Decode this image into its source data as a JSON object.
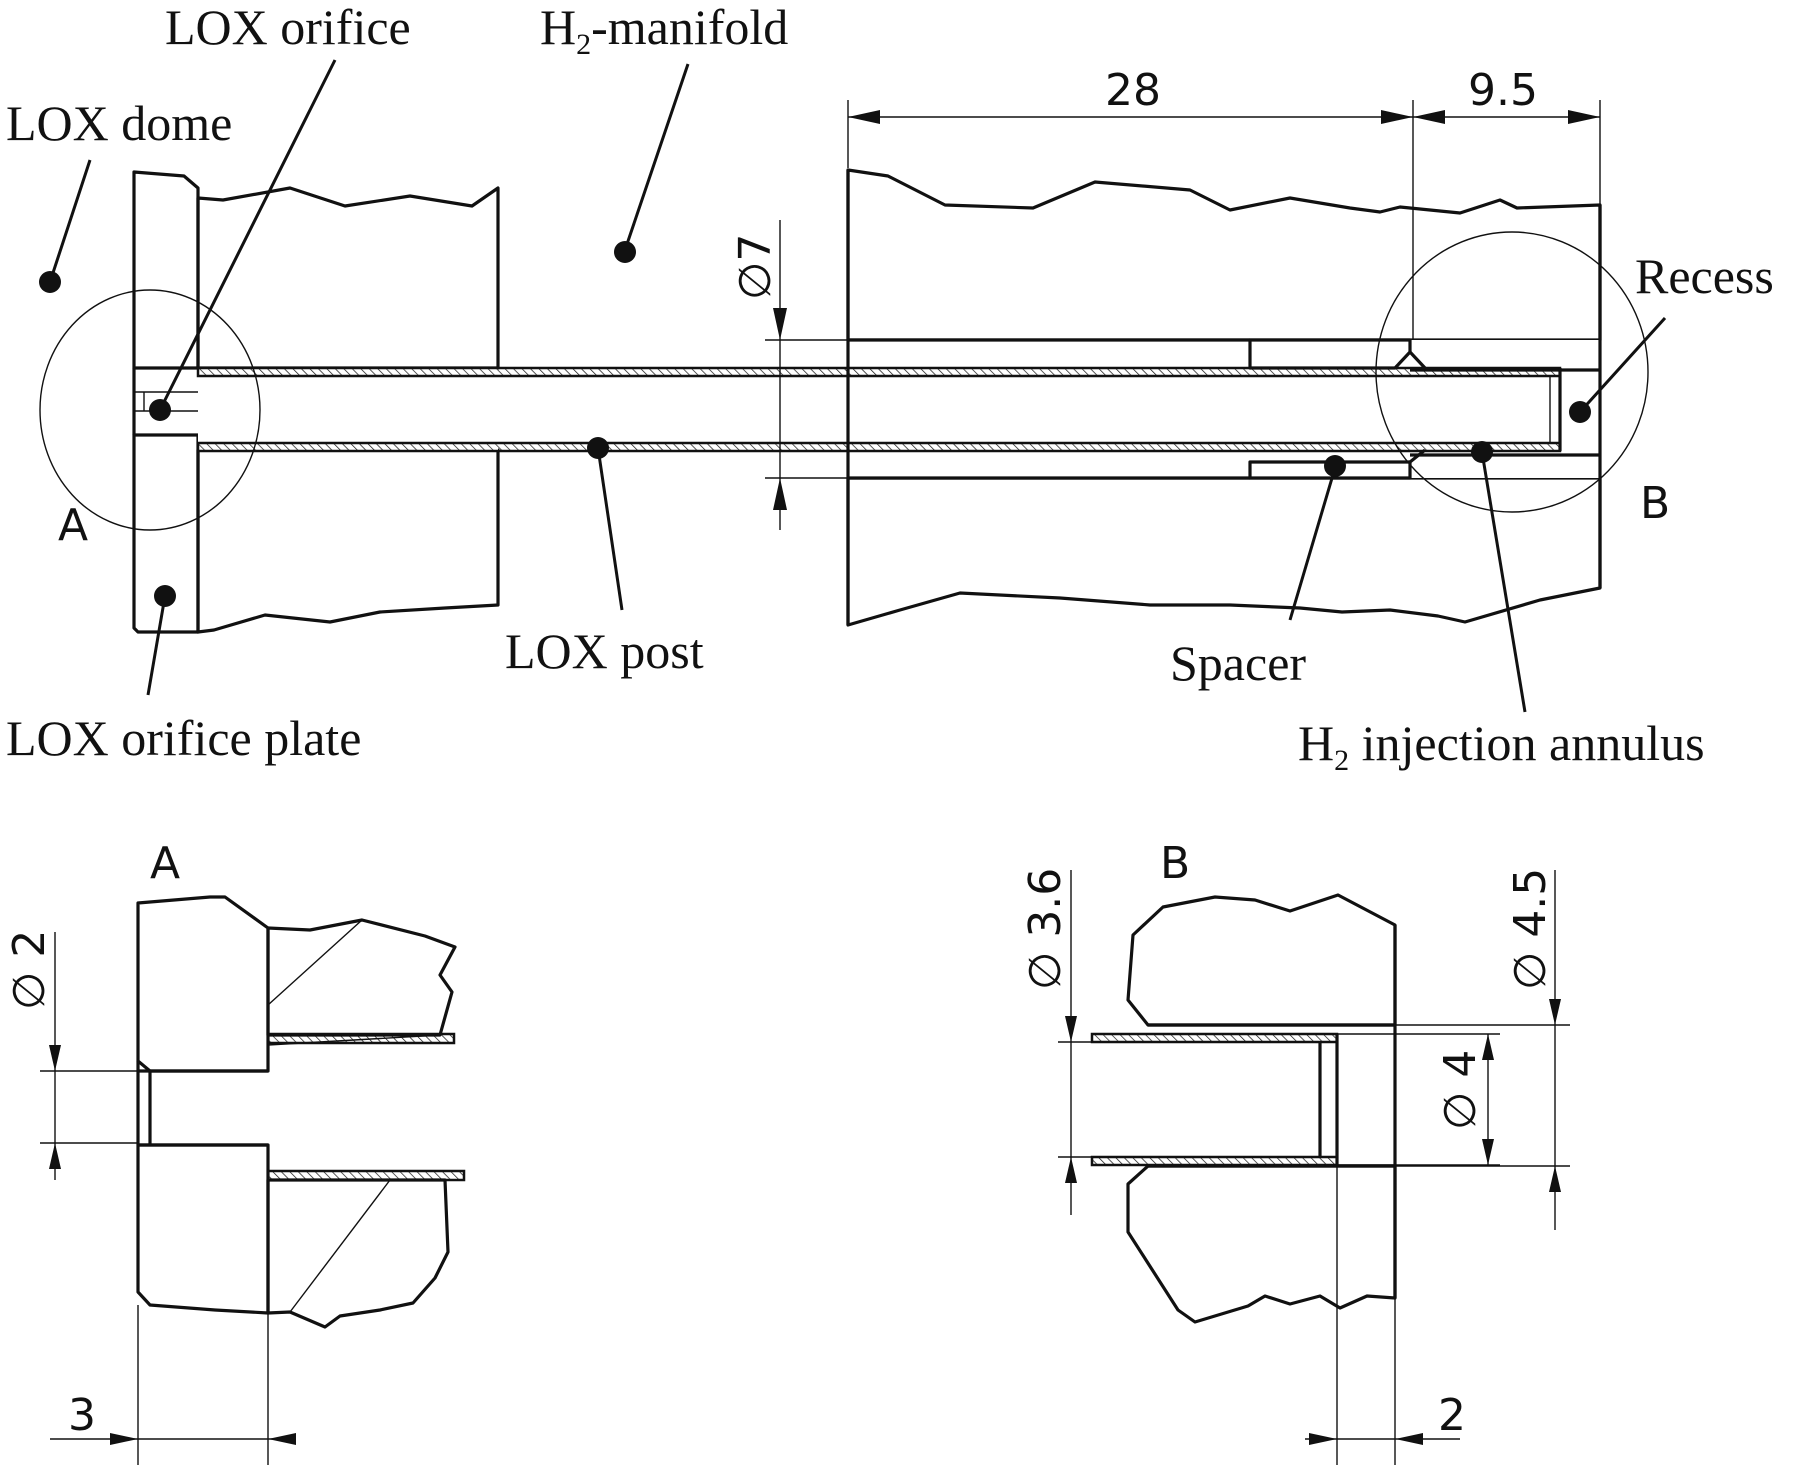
{
  "labels": {
    "lox_orifice": "LOX orifice",
    "h2_manifold_main": "H",
    "h2_manifold_sub": "2",
    "h2_manifold_rest": "-manifold",
    "lox_dome": "LOX dome",
    "recess": "Recess",
    "lox_post": "LOX post",
    "spacer": "Spacer",
    "lox_orifice_plate": "LOX orifice plate",
    "h2_injection_main": "H",
    "h2_injection_sub": "2",
    "h2_injection_rest": " injection annulus"
  },
  "detail_markers": {
    "a": "A",
    "b": "B"
  },
  "dimensions": {
    "main_length_1": "28",
    "main_length_2": "9.5",
    "main_diameter": "∅7",
    "detail_a_diameter": "∅ 2",
    "detail_a_thickness": "3",
    "detail_b_diameter_inner": "∅ 3.6",
    "detail_b_diameter_outer": "∅ 4.5",
    "detail_b_diameter_tip": "∅ 4",
    "detail_b_recess": "2"
  }
}
